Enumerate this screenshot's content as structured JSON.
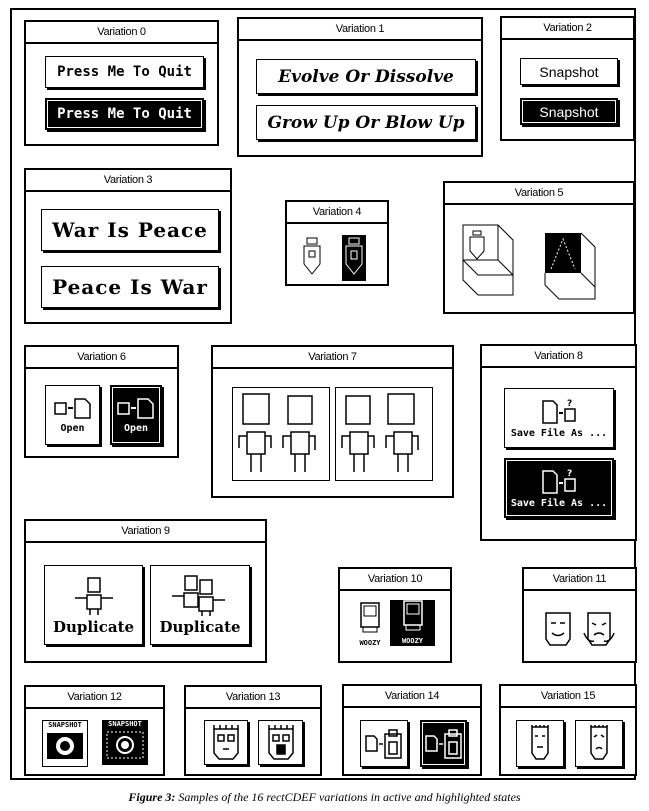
{
  "panels": [
    {
      "title": "Variation 0",
      "buttons": [
        "Press Me To Quit",
        "Press Me To Quit"
      ]
    },
    {
      "title": "Variation 1",
      "buttons": [
        "Evolve Or Dissolve",
        "Grow Up Or Blow Up"
      ]
    },
    {
      "title": "Variation 2",
      "buttons": [
        "Snapshot",
        "Snapshot"
      ]
    },
    {
      "title": "Variation 3",
      "buttons": [
        "War Is Peace",
        "Peace Is War"
      ]
    },
    {
      "title": "Variation 4"
    },
    {
      "title": "Variation 5"
    },
    {
      "title": "Variation 6",
      "buttons": [
        "Open",
        "Open"
      ]
    },
    {
      "title": "Variation 7"
    },
    {
      "title": "Variation 8",
      "buttons": [
        "Save File As ...",
        "Save File As ..."
      ]
    },
    {
      "title": "Variation 9",
      "buttons": [
        "Duplicate",
        "Duplicate"
      ]
    },
    {
      "title": "Variation 10",
      "buttons": [
        "WOOZY",
        "WOOZY"
      ]
    },
    {
      "title": "Variation 11"
    },
    {
      "title": "Variation 12",
      "buttons": [
        "SNAPSHOT",
        "SNAPSHOT"
      ]
    },
    {
      "title": "Variation 13"
    },
    {
      "title": "Variation 14"
    },
    {
      "title": "Variation 15"
    }
  ],
  "caption": {
    "label": "Figure 3:",
    "text": " Samples of the 16 rectCDEF variations in active and highlighted states"
  }
}
